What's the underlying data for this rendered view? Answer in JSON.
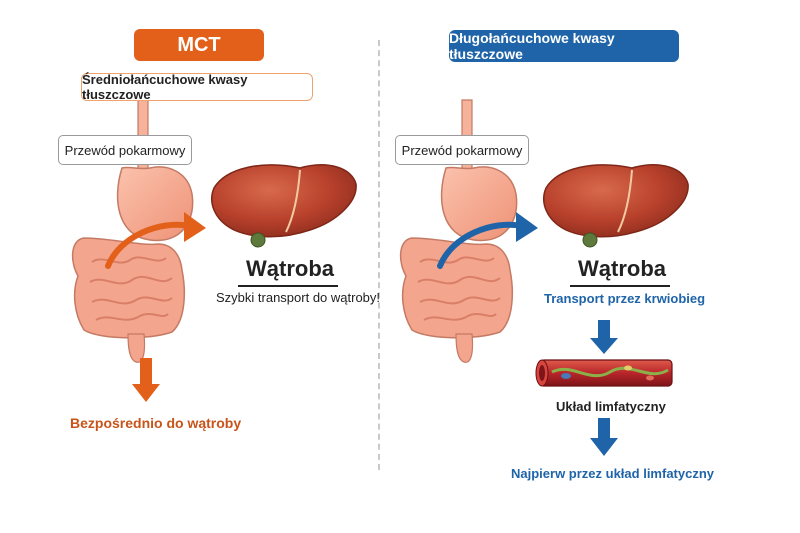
{
  "left_panel": {
    "title": "MCT",
    "subtitle": "Średniołańcuchowe kwasy tłuszczowe",
    "digestive_label": "Przewód pokarmowy",
    "liver_label": "Wątroba",
    "liver_note": "Szybki transport do wątroby!",
    "down_label": "Bezpośrednio do wątroby"
  },
  "right_panel": {
    "title": "Długołańcuchowe kwasy tłuszczowe",
    "digestive_label": "Przewód pokarmowy",
    "liver_label": "Wątroba",
    "transport_label": "Transport przez krwiobieg",
    "vessel_label": "Układ limfatyczny",
    "lymph_label": "Najpierw przez układ limfatyczny"
  },
  "colors": {
    "mct_orange": "#e2601a",
    "lct_blue": "#1f64a8",
    "liver": "#b8412c",
    "organ": "#f4a58e"
  },
  "icons": [
    "stomach-intestine-illustration",
    "liver-illustration",
    "blood-vessel-illustration",
    "arrow-icon"
  ]
}
